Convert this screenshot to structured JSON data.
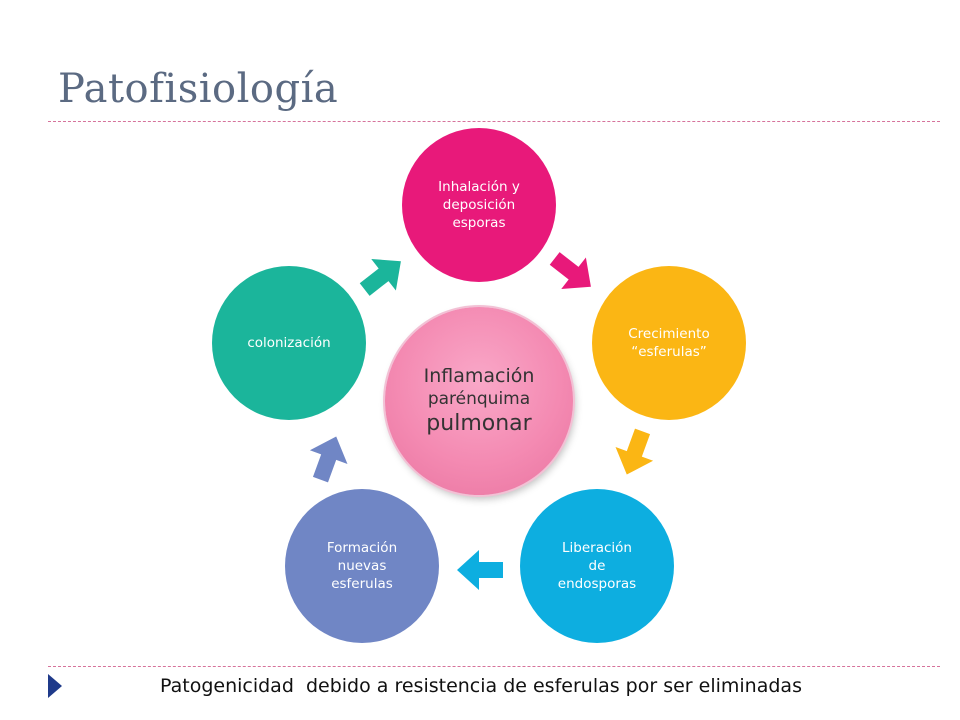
{
  "slide": {
    "title": "Patofisiología",
    "footer": "Patogenicidad  debido a resistencia de esferulas por ser eliminadas"
  },
  "diagram": {
    "center": {
      "line1": "Inflamación",
      "line2": "parénquima",
      "line3": "pulmonar",
      "color": "#f48ab2"
    },
    "nodes": [
      {
        "label": "Inhalación y\ndeposición\nesporas",
        "color": "#e8197a"
      },
      {
        "label": "Crecimiento\n“esferulas”",
        "color": "#fbb614"
      },
      {
        "label": "Liberación\nde\nendosporas",
        "color": "#0daee0"
      },
      {
        "label": "Formación\nnuevas\nesferulas",
        "color": "#7086c5"
      },
      {
        "label": "colonización",
        "color": "#1bb59b"
      }
    ]
  },
  "colors": {
    "title": "#5b6a82",
    "divider": "#d6739b",
    "bullet": "#1f3a8a"
  }
}
